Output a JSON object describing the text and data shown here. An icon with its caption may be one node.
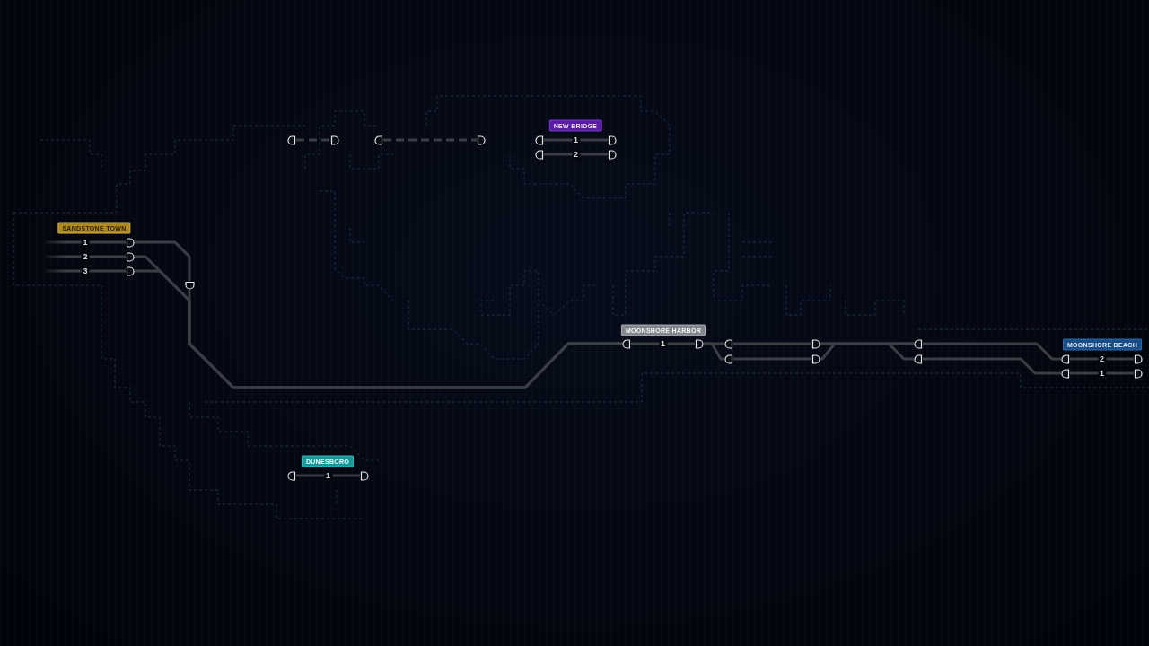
{
  "diagram": {
    "nodes": [
      {
        "text": [
          "NEW BRIDGE"
        ]
      },
      {
        "text": [],
        "shape": "semicircle"
      },
      {
        "text": [],
        "shape": "semicircle"
      },
      {
        "text": [],
        "shape": "semicircle"
      },
      {
        "text": [],
        "shape": "semicircle"
      },
      {
        "text": [],
        "shape": "semicircle"
      },
      {
        "text": [],
        "shape": "semicircle"
      },
      {
        "text": [],
        "shape": "semicircle"
      },
      {
        "text": [],
        "shape": "semicircle"
      },
      {
        "text": [
          "SANDSTONE TOWN"
        ]
      },
      {
        "text": [],
        "shape": "semicircle"
      },
      {
        "text": [],
        "shape": "semicircle"
      },
      {
        "text": [],
        "shape": "semicircle"
      },
      {
        "text": [],
        "shape": "semicircle"
      },
      {
        "text": [
          "MOONSHORE HARBOR"
        ]
      },
      {
        "text": [],
        "shape": "semicircle"
      },
      {
        "text": [],
        "shape": "semicircle"
      },
      {
        "text": [],
        "shape": "semicircle"
      },
      {
        "text": [],
        "shape": "semicircle"
      },
      {
        "text": [],
        "shape": "semicircle"
      },
      {
        "text": [],
        "shape": "semicircle"
      },
      {
        "text": [],
        "shape": "semicircle"
      },
      {
        "text": [],
        "shape": "semicircle"
      },
      {
        "text": [
          "MOONSHORE BEACH"
        ]
      },
      {
        "text": [],
        "shape": "semicircle"
      },
      {
        "text": [],
        "shape": "semicircle"
      },
      {
        "text": [],
        "shape": "semicircle"
      },
      {
        "text": [],
        "shape": "semicircle"
      },
      {
        "text": [
          "DUNESBORO"
        ]
      },
      {
        "text": [],
        "shape": "semicircle"
      },
      {
        "text": [],
        "shape": "semicircle"
      }
    ],
    "edges": [
      {
        "from": 1,
        "to": 2,
        "arrow": "none",
        "style": "dashed"
      },
      {
        "from": 3,
        "to": 4,
        "arrow": "none",
        "style": "dashed"
      },
      {
        "from": 5,
        "to": 6,
        "arrow": "none",
        "label": "1"
      },
      {
        "from": 7,
        "to": 8,
        "arrow": "none",
        "label": "2"
      },
      {
        "from": null,
        "to": 10,
        "arrow": "none",
        "label": "1"
      },
      {
        "from": null,
        "to": 11,
        "arrow": "none",
        "label": "2"
      },
      {
        "from": null,
        "to": 12,
        "arrow": "none",
        "label": "3"
      },
      {
        "from": 10,
        "to": 13,
        "arrow": "none"
      },
      {
        "from": 13,
        "to": 15,
        "arrow": "none"
      },
      {
        "from": 11,
        "to": 15,
        "arrow": "none"
      },
      {
        "from": 12,
        "to": 15,
        "arrow": "none"
      },
      {
        "from": 15,
        "to": 16,
        "arrow": "none",
        "label": "1"
      },
      {
        "from": 16,
        "to": 17,
        "arrow": "none"
      },
      {
        "from": 16,
        "to": 19,
        "arrow": "none"
      },
      {
        "from": 17,
        "to": 18,
        "arrow": "none"
      },
      {
        "from": 19,
        "to": 20,
        "arrow": "none"
      },
      {
        "from": 18,
        "to": 21,
        "arrow": "none"
      },
      {
        "from": 18,
        "to": 22,
        "arrow": "none"
      },
      {
        "from": 20,
        "to": 21,
        "arrow": "none"
      },
      {
        "from": 20,
        "to": 22,
        "arrow": "none"
      },
      {
        "from": 21,
        "to": 24,
        "arrow": "none"
      },
      {
        "from": 22,
        "to": 26,
        "arrow": "none"
      },
      {
        "from": 24,
        "to": 25,
        "arrow": "none",
        "label": "2"
      },
      {
        "from": 26,
        "to": 27,
        "arrow": "none",
        "label": "1"
      },
      {
        "from": 29,
        "to": 30,
        "arrow": "none",
        "label": "1"
      }
    ]
  }
}
